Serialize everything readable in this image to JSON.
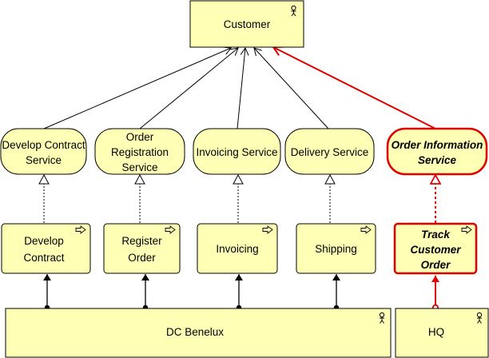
{
  "colors": {
    "fill": "#ffffb5",
    "stroke": "#000000",
    "highlight": "#e00000"
  },
  "nodes": {
    "customer": {
      "label": "Customer",
      "type": "business-role",
      "icon": "role-icon"
    },
    "dc_benelux": {
      "label": "DC Benelux",
      "type": "business-actor",
      "icon": "actor-icon"
    },
    "hq": {
      "label": "HQ",
      "type": "business-actor",
      "icon": "actor-icon"
    },
    "services": [
      {
        "lines": [
          "Develop Contract",
          "Service"
        ]
      },
      {
        "lines": [
          "Order",
          "Registration",
          "Service"
        ]
      },
      {
        "lines": [
          "Invoicing Service"
        ]
      },
      {
        "lines": [
          "Delivery Service"
        ]
      },
      {
        "lines": [
          "Order Information",
          "Service"
        ],
        "highlighted": true
      }
    ],
    "processes": [
      {
        "lines": [
          "Develop",
          "Contract"
        ]
      },
      {
        "lines": [
          "Register",
          "Order"
        ]
      },
      {
        "lines": [
          "Invoicing"
        ]
      },
      {
        "lines": [
          "Shipping"
        ]
      },
      {
        "lines": [
          "Track",
          "Customer",
          "Order"
        ],
        "highlighted": true
      }
    ]
  },
  "relationships": [
    {
      "from": "services",
      "to": "customer",
      "type": "used-by"
    },
    {
      "from": "processes",
      "to": "services",
      "type": "realization"
    },
    {
      "from": "actors",
      "to": "processes",
      "type": "assignment"
    }
  ]
}
